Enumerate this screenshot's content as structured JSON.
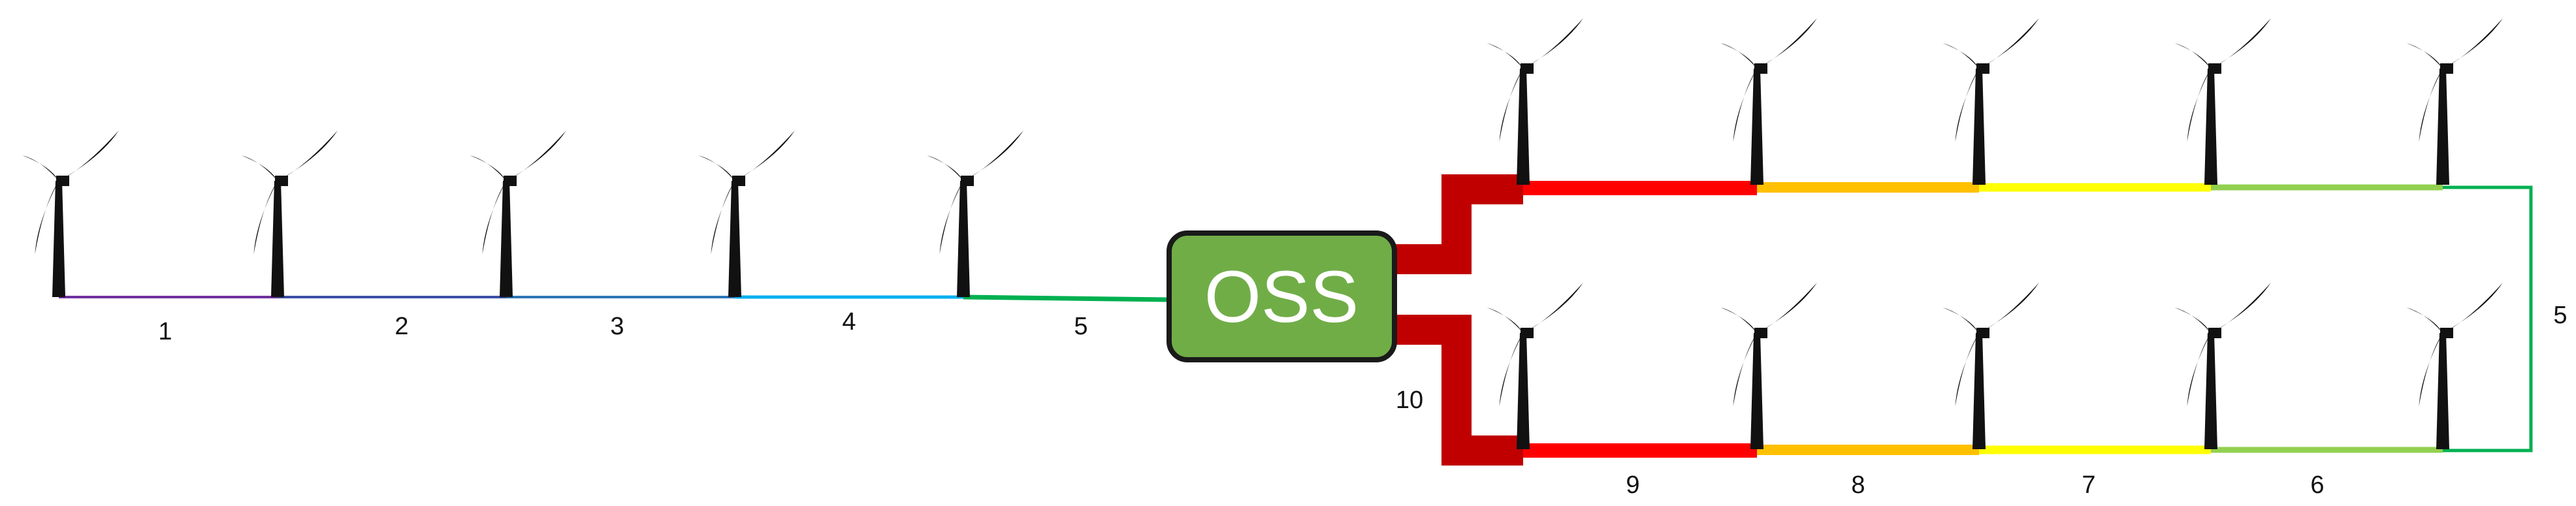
{
  "substation": {
    "label": "OSS",
    "fill": "#70ad47",
    "border": "#1a1a1a"
  },
  "turbine": {
    "icon": "wind-turbine-icon",
    "color": "#111111"
  },
  "string_a": {
    "segments": [
      {
        "label": "1",
        "color": "#7030a0"
      },
      {
        "label": "2",
        "color": "#3b4fa6"
      },
      {
        "label": "3",
        "color": "#2e75b6"
      },
      {
        "label": "4",
        "color": "#00b0f0"
      },
      {
        "label": "5",
        "color": "#00b050"
      }
    ]
  },
  "ring": {
    "top_colors": [
      "#ff0000",
      "#ffc000",
      "#ffff00",
      "#92d050"
    ],
    "return_color": "#00b050",
    "return_label": "5",
    "lower_segments": [
      {
        "label": "9",
        "color": "#ff0000"
      },
      {
        "label": "8",
        "color": "#ffc000"
      },
      {
        "label": "7",
        "color": "#ffff00"
      },
      {
        "label": "6",
        "color": "#92d050"
      }
    ],
    "feeder_label": "10",
    "feeder_color": "#c00000"
  }
}
